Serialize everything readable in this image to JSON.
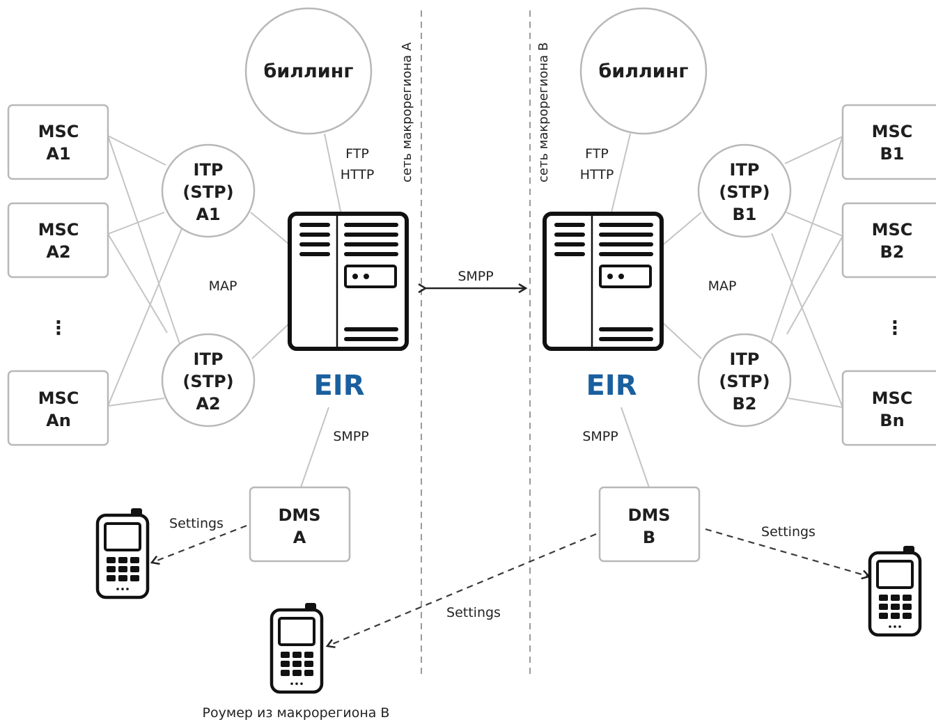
{
  "region_a": {
    "network_label": "сеть макрорегиона А",
    "billing": "биллинг",
    "billing_proto": [
      "FTP",
      "HTTP"
    ],
    "msc": [
      [
        "MSC",
        "A1"
      ],
      [
        "MSC",
        "A2"
      ],
      [
        "MSC",
        "An"
      ]
    ],
    "ellipsis": "⋮",
    "itp": [
      [
        "ITP",
        "(STP)",
        "A1"
      ],
      [
        "ITP",
        "(STP)",
        "A2"
      ]
    ],
    "map_label": "MAP",
    "eir": "EIR",
    "smpp_label": "SMPP",
    "dms": [
      "DMS",
      "A"
    ],
    "settings_label": "Settings"
  },
  "region_b": {
    "network_label": "сеть макрорегиона В",
    "billing": "биллинг",
    "billing_proto": [
      "FTP",
      "HTTP"
    ],
    "msc": [
      [
        "MSC",
        "B1"
      ],
      [
        "MSC",
        "B2"
      ],
      [
        "MSC",
        "Bn"
      ]
    ],
    "ellipsis": "⋮",
    "itp": [
      [
        "ITP",
        "(STP)",
        "B1"
      ],
      [
        "ITP",
        "(STP)",
        "B2"
      ]
    ],
    "map_label": "MAP",
    "eir": "EIR",
    "smpp_label": "SMPP",
    "dms": [
      "DMS",
      "B"
    ],
    "settings_label": "Settings",
    "roamer_settings_label": "Settings"
  },
  "interconnect_label": "SMPP",
  "roamer_caption": "Роумер из макрорегиона В"
}
